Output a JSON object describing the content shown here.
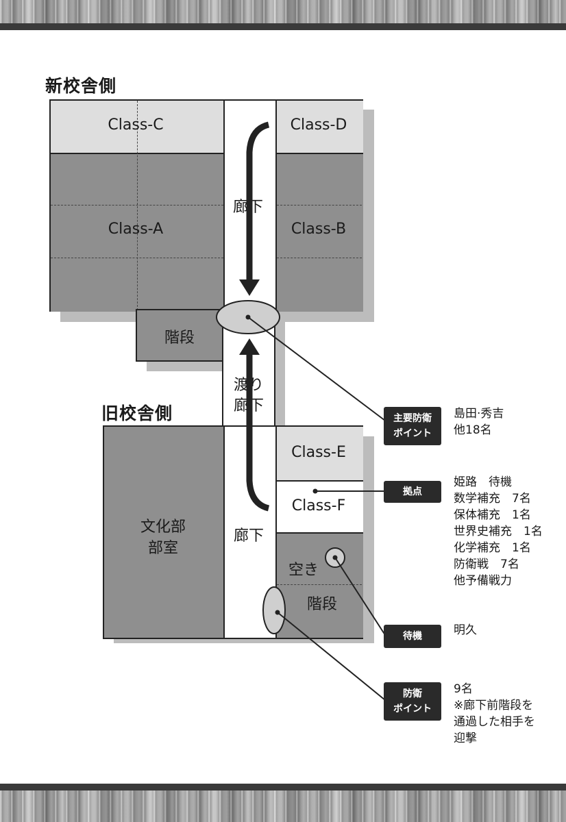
{
  "headings": {
    "new_building": "新校舎側",
    "old_building": "旧校舎側"
  },
  "rooms": {
    "class_c": "Class-C",
    "class_d": "Class-D",
    "class_a": "Class-A",
    "class_b": "Class-B",
    "stairs_new": "階段",
    "corridor_new": "廊下",
    "bridge_corridor": "渡り\n廊下",
    "class_e": "Class-E",
    "class_f": "Class-F",
    "culture_club": "文化部\n部室",
    "corridor_old": "廊下",
    "empty": "空き",
    "stairs_old": "階段"
  },
  "callouts": [
    {
      "tag": "主要防衛\nポイント",
      "lines": [
        "島田·秀吉",
        "他18名"
      ]
    },
    {
      "tag": "拠点",
      "lines": [
        "姫路　待機",
        "数学補充　7名",
        "保体補充　1名",
        "世界史補充　1名",
        "化学補充　1名",
        "防衛戦　7名",
        "他予備戦力"
      ]
    },
    {
      "tag": "待機",
      "lines": [
        "明久"
      ]
    },
    {
      "tag": "防衛\nポイント",
      "lines": [
        "9名",
        "※廊下前階段を",
        "通過した相手を",
        "迎撃"
      ]
    }
  ],
  "colors": {
    "room_dark": "#8f8f8f",
    "room_light": "#dedede",
    "tag_bg": "#2a2a2a",
    "shadow": "#bcbcbc"
  }
}
